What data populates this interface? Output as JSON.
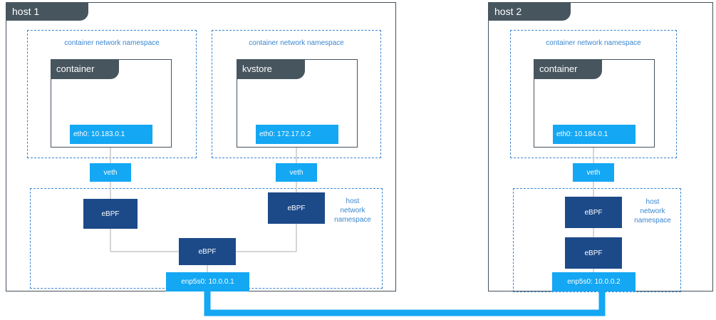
{
  "host1": {
    "title": "host 1",
    "ns_left": "container network namespace",
    "ns_right": "container network namespace",
    "container": {
      "title": "container",
      "eth": "eth0: 10.183.0.1"
    },
    "kvstore": {
      "title": "kvstore",
      "eth": "eth0: 172.17.0.2"
    },
    "veth_left": "veth",
    "veth_right": "veth",
    "host_ns": {
      "line1": "host",
      "line2": "network",
      "line3": "namespace"
    },
    "ebpf_left": "eBPF",
    "ebpf_right": "eBPF",
    "ebpf_center": "eBPF",
    "nic": "enp5s0: 10.0.0.1"
  },
  "host2": {
    "title": "host 2",
    "ns": "container network namespace",
    "container": {
      "title": "container",
      "eth": "eth0: 10.184.0.1"
    },
    "veth": "veth",
    "host_ns": {
      "line1": "host",
      "line2": "network",
      "line3": "namespace"
    },
    "ebpf_top": "eBPF",
    "ebpf_bottom": "eBPF",
    "nic": "enp5s0: 10.0.0.2"
  },
  "colors": {
    "host_border": "#45525c",
    "namespace": "#3a86cf",
    "interface": "#14a7f3",
    "ebpf": "#1c4a89",
    "link": "#14a7f3",
    "wire": "#c8c8c8"
  }
}
